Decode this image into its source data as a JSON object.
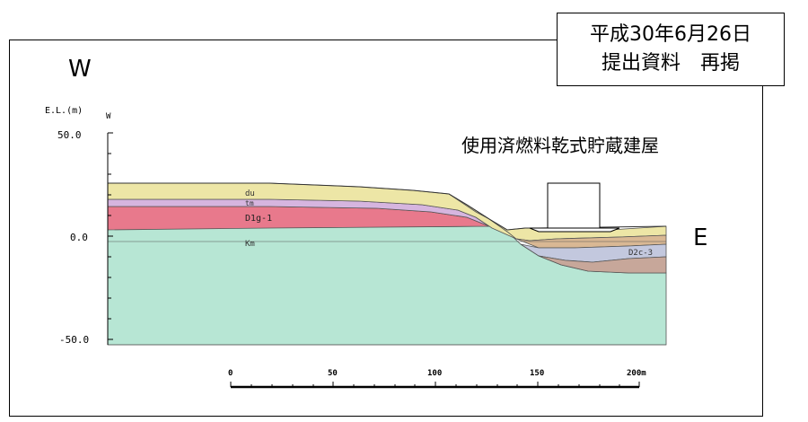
{
  "stamp": {
    "line1": "平成30年6月26日",
    "line2": "提出資料　再掲"
  },
  "direction_west": "W",
  "direction_east": "E",
  "building_title": "使用済燃料乾式貯蔵建屋",
  "axis": {
    "ylabel": "E.L.(m)",
    "ylabel_suffix": "W",
    "ticks": [
      "50.0",
      "0.0",
      "-50.0"
    ]
  },
  "layers": {
    "du": "du",
    "tm": "tm",
    "dlg": "D1g-1",
    "km": "Km",
    "d2c": "D2c-3"
  },
  "scale": {
    "ticks": [
      "0",
      "50",
      "100",
      "150",
      "200m"
    ]
  },
  "colors": {
    "km": "#b7e6d4",
    "dlg": "#e8798c",
    "tm": "#d6b5df",
    "du": "#ede6a6",
    "d2c": "#c3c8de",
    "lower_brown": "#c7a79a",
    "upper_brown": "#d9b894"
  }
}
